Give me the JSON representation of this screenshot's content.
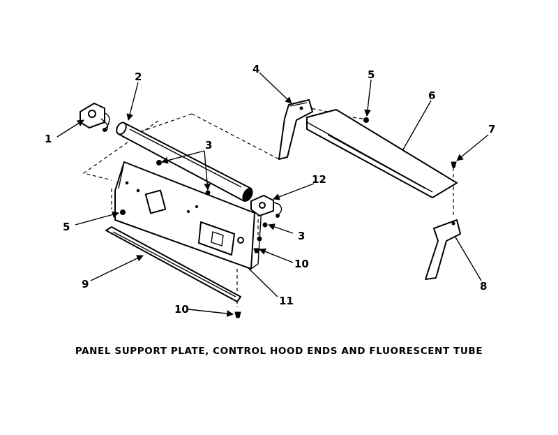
{
  "caption": "PANEL SUPPORT PLATE, CONTROL HOOD ENDS AND FLUORESCENT TUBE",
  "callouts": {
    "c1": "1",
    "c2": "2",
    "c3a": "3",
    "c3b": "3",
    "c4": "4",
    "c5a": "5",
    "c5b": "5",
    "c6": "6",
    "c7": "7",
    "c8": "8",
    "c9": "9",
    "c10a": "10",
    "c10b": "10",
    "c11": "11",
    "c12": "12"
  }
}
